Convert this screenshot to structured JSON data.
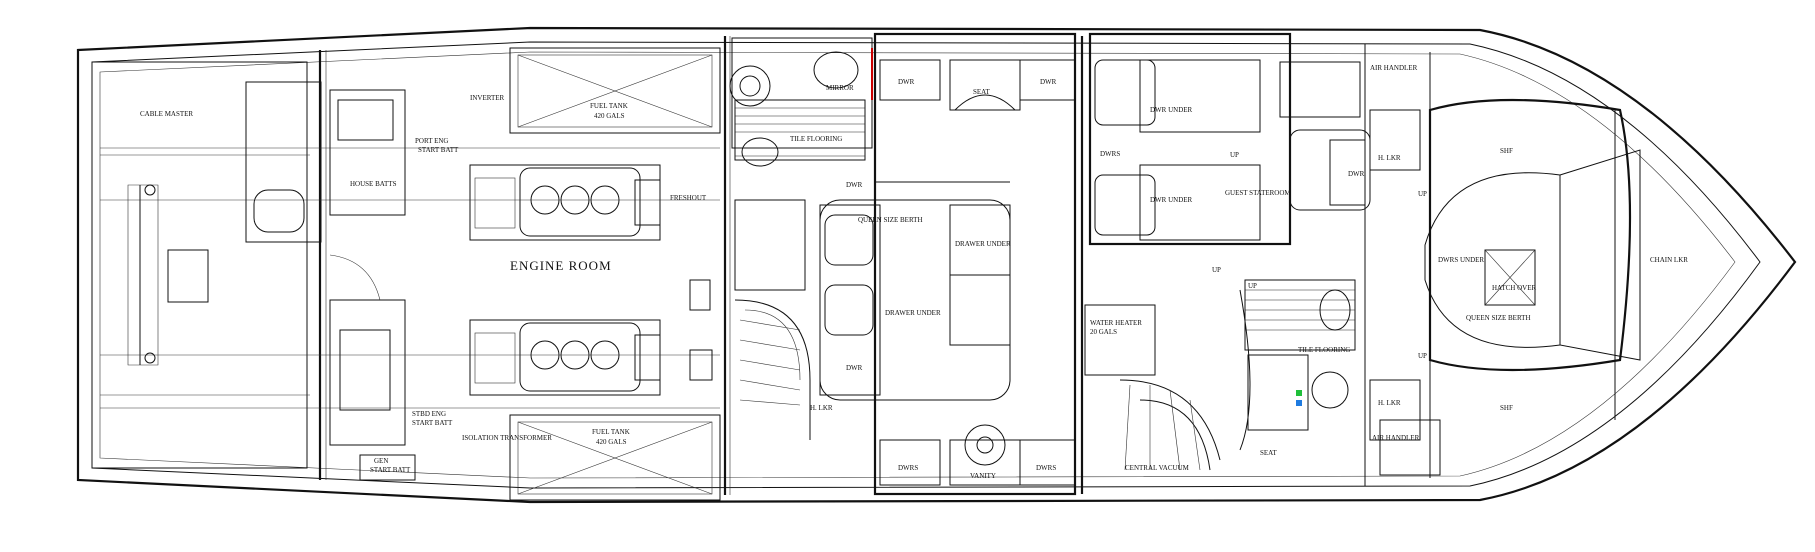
{
  "labels": {
    "cable_master": "CABLE MASTER",
    "house_batts": "HOUSE BATTS",
    "port_eng_start": "PORT ENG\nSTART BATT",
    "inverter": "INVERTER",
    "fuel_tank_top": "FUEL TANK\n420 GALS",
    "fuel_tank_bottom": "FUEL TANK\n420 GALS",
    "engine_room": "ENGINE ROOM",
    "stbd_eng_start": "STBD ENG\nSTART BATT",
    "gen_start": "GEN\nSTART BATT",
    "isolation_transformer": "ISOLATION TRANSFORMER",
    "fresh_out": "FRESHOUT",
    "mirror": "MIRROR",
    "tile_flooring": "TILE FLOORING",
    "dwr_a": "DWR",
    "seat_top": "SEAT",
    "dwr_b": "DWR",
    "dwr_c": "DWR",
    "queen_berth": "QUEEN SIZE BERTH",
    "drawer_under_a": "DRAWER UNDER",
    "drawer_under_b": "DRAWER UNDER",
    "dwr_d": "DWR",
    "hlkr": "H. LKR",
    "vanity": "VANITY",
    "dwrs_a": "DWRS",
    "dwrs_b": "DWRS",
    "dwr_under_a": "DWR UNDER",
    "dwr_under_b": "DWR UNDER",
    "dwrs_c": "DWRS",
    "guest_stateroom": "GUEST STATEROOM",
    "up_a": "UP",
    "up_b": "UP",
    "up_c": "UP",
    "up_d": "UP",
    "up_e": "UP",
    "water_heater": "WATER HEATER\n20 GALS",
    "central_vacuum": "CENTRAL VACUUM",
    "seat_b": "SEAT",
    "air_handler_top": "AIR HANDLER",
    "air_handler_bottom": "AIR HANDLER",
    "hlkr_b": "H. LKR",
    "hlkr_c": "H. LKR",
    "dwrs_under": "DWRS UNDER",
    "hatch_over": "HATCH OVER",
    "queen_berth_fwd": "QUEEN SIZE BERTH",
    "shf_top": "SHF",
    "shf_bottom": "SHF",
    "chain_lkr": "CHAIN LKR",
    "dwr_e": "DWR",
    "tile_flooring_b": "TILE FLOORING"
  }
}
